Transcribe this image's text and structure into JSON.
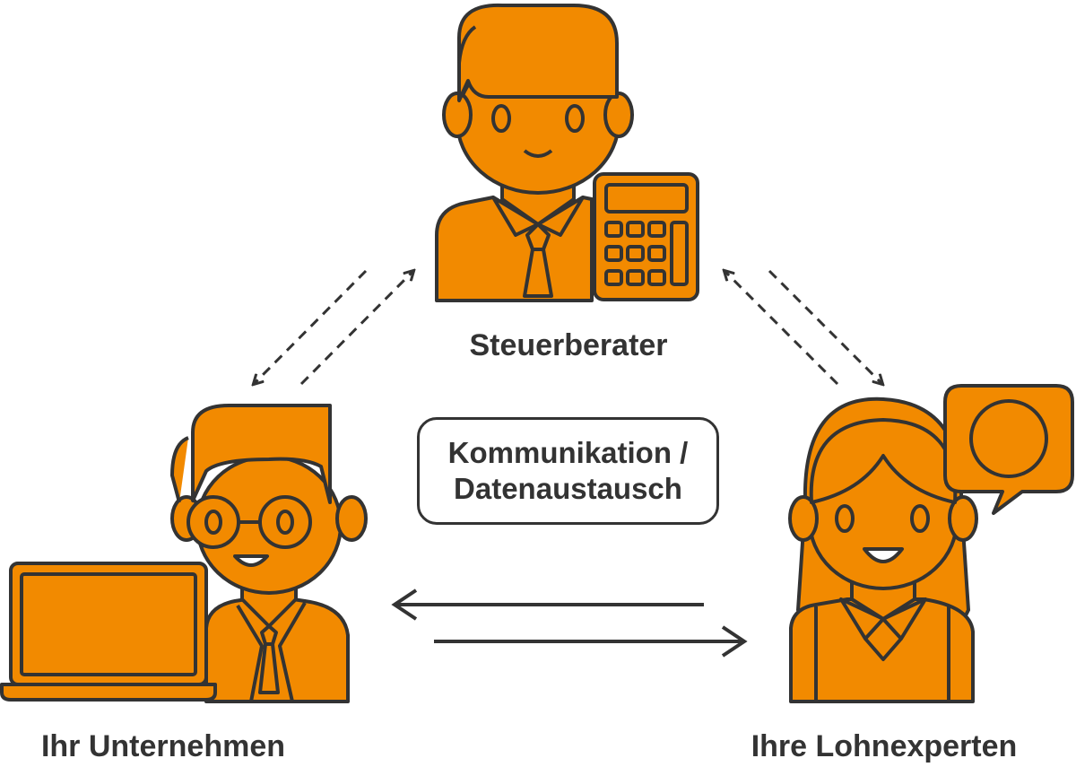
{
  "diagram": {
    "nodes": {
      "tax_advisor": {
        "label": "Steuerberater"
      },
      "company": {
        "label": "Ihr Unternehmen"
      },
      "payroll_experts": {
        "label": "Ihre Lohnexperten"
      }
    },
    "center_label": "Kommunikation /\nDatenaustausch",
    "colors": {
      "figure_fill": "#F28A00",
      "outline": "#333333",
      "background": "#FFFFFF"
    },
    "icons": [
      "tax-advisor-person-icon",
      "calculator-icon",
      "company-person-icon",
      "laptop-icon",
      "payroll-expert-person-icon",
      "speech-bubble-icon"
    ]
  }
}
